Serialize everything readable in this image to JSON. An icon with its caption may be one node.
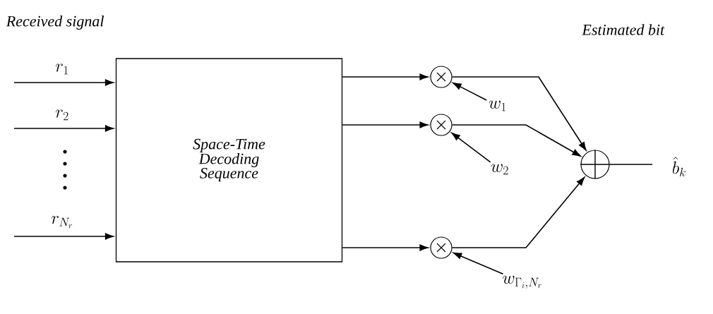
{
  "diagram": {
    "nodes": [
      {
        "text": [
          "Space-Time Decoding Sequence"
        ]
      },
      {
        "text": [],
        "shape": "circle"
      },
      {
        "text": [],
        "shape": "circle"
      },
      {
        "text": [],
        "shape": "circle"
      },
      {
        "text": [],
        "shape": "circle"
      },
      {
        "text": [
          "w_1"
        ]
      },
      {
        "text": [
          "w_2"
        ]
      },
      {
        "text": [
          "w_{\\Gamma_i, N_r}"
        ]
      },
      {
        "text": [
          "\\hat{b}_k"
        ]
      }
    ],
    "edges": [
      {
        "from": null,
        "to": 0,
        "arrow": "to",
        "label": "r_1"
      },
      {
        "from": null,
        "to": 0,
        "arrow": "to",
        "label": "r_2"
      },
      {
        "from": null,
        "to": 0,
        "arrow": "to",
        "label": "r_{N_r}"
      },
      {
        "from": 0,
        "to": 1,
        "arrow": "to"
      },
      {
        "from": 0,
        "to": 2,
        "arrow": "to"
      },
      {
        "from": 0,
        "to": 3,
        "arrow": "to"
      },
      {
        "from": 5,
        "to": 1,
        "arrow": "to"
      },
      {
        "from": 6,
        "to": 2,
        "arrow": "to"
      },
      {
        "from": 7,
        "to": 3,
        "arrow": "to"
      },
      {
        "from": 1,
        "to": 4,
        "arrow": "to"
      },
      {
        "from": 2,
        "to": 4,
        "arrow": "to"
      },
      {
        "from": 3,
        "to": 4,
        "arrow": "to"
      },
      {
        "from": 4,
        "to": 8,
        "arrow": "none"
      }
    ],
    "labels": [
      "Received signal",
      "Estimated bit"
    ]
  }
}
